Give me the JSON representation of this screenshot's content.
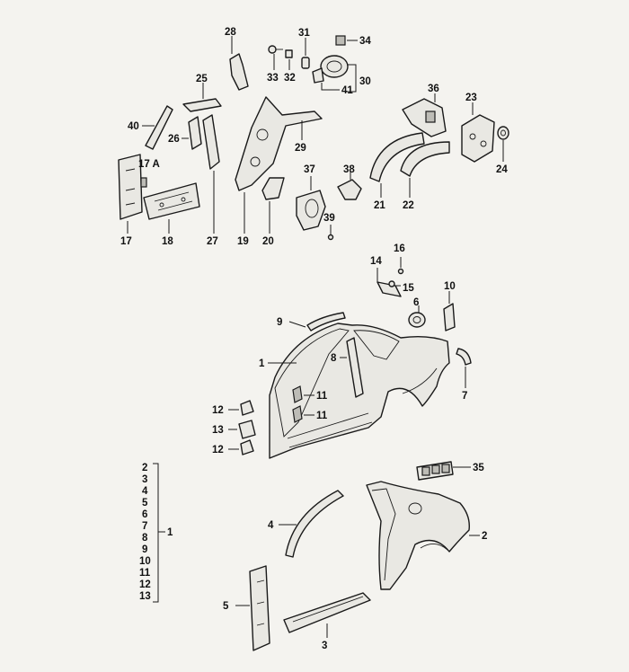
{
  "callouts": {
    "c1": "1",
    "c2": "2",
    "c3": "3",
    "c4": "4",
    "c5": "5",
    "c6": "6",
    "c7": "7",
    "c8": "8",
    "c9": "9",
    "c10": "10",
    "c11a": "11",
    "c11b": "11",
    "c12a": "12",
    "c12b": "12",
    "c13": "13",
    "c14": "14",
    "c15": "15",
    "c16": "16",
    "c17": "17",
    "c17a": "17 A",
    "c18": "18",
    "c19": "19",
    "c20": "20",
    "c21": "21",
    "c22": "22",
    "c23": "23",
    "c24": "24",
    "c25": "25",
    "c26": "26",
    "c27": "27",
    "c28": "28",
    "c29": "29",
    "c30": "30",
    "c31": "31",
    "c32": "32",
    "c33": "33",
    "c34": "34",
    "c35": "35",
    "c36": "36",
    "c37": "37",
    "c38": "38",
    "c39": "39",
    "c40": "40",
    "c41": "41"
  },
  "assembly_legend": {
    "items": [
      "2",
      "3",
      "4",
      "5",
      "6",
      "7",
      "8",
      "9",
      "10",
      "11",
      "12",
      "13"
    ],
    "parent": "1"
  }
}
